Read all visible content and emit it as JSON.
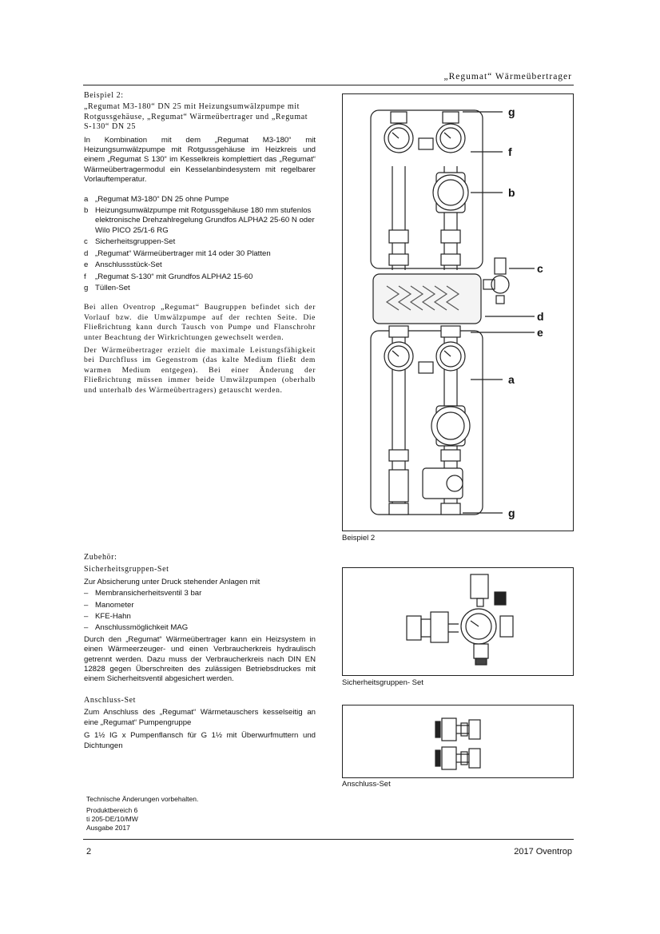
{
  "header": {
    "title": "„Regumat“ Wärmeübertrager"
  },
  "example": {
    "heading": "Beispiel 2:",
    "subtitle": "„Regumat M3-180“ DN 25 mit Heizungsumwälzpumpe mit Rotgussgehäuse, „Regumat“ Wärmeübertrager und „Regumat S-130“ DN 25",
    "intro": "In Kombination mit dem „Regumat M3-180“ mit Heizungsumwälzpumpe mit Rotgussgehäuse im Heizkreis und einem „Regumat S 130“ im Kesselkreis komplettiert das „Regumat“ Wärmeübertragermodul ein Kesselanbindesystem mit regelbarer Vorlauftemperatur.",
    "items": [
      {
        "key": "a",
        "text": "„Regumat M3-180“ DN 25 ohne Pumpe"
      },
      {
        "key": "b",
        "text": "Heizungsumwälzpumpe mit Rotgussgehäuse 180 mm stufenlos elektronische Drehzahlregelung Grundfos ALPHA2 25-60 N oder Wilo PICO 25/1-6 RG"
      },
      {
        "key": "c",
        "text": "Sicherheitsgruppen-Set"
      },
      {
        "key": "d",
        "text": "„Regumat“ Wärmeübertrager mit 14 oder 30 Platten"
      },
      {
        "key": "e",
        "text": "Anschlussstück-Set"
      },
      {
        "key": "f",
        "text": "„Regumat S-130“ mit Grundfos ALPHA2 15-60"
      },
      {
        "key": "g",
        "text": "Tüllen-Set"
      }
    ],
    "para1": "Bei allen Oventrop „Regumat“ Baugruppen befindet sich der Vorlauf bzw. die Umwälzpumpe auf der rechten Seite. Die Fließrichtung kann durch Tausch von Pumpe und Flanschrohr unter Beachtung der Wirkrichtungen gewechselt werden.",
    "para2": "Der Wärmeübertrager erzielt die maximale Leistungsfähigkeit bei Durchfluss im Gegenstrom (das kalte Medium fließt dem warmen Medium entgegen). Bei einer Änderung der Fließrichtung müssen immer beide Umwälzpumpen (oberhalb und unterhalb des Wärmeübertragers) getauscht werden."
  },
  "figure1": {
    "caption": "Beispiel 2",
    "labels": {
      "g_top": "g",
      "f": "f",
      "b": "b",
      "c": "c",
      "d": "d",
      "e": "e",
      "a": "a",
      "g_bottom": "g"
    }
  },
  "accessories": {
    "heading": "Zubehör:",
    "safety_heading": "Sicherheitsgruppen-Set",
    "safety_intro": "Zur Absicherung unter Druck stehender Anlagen mit",
    "safety_items": [
      "Membransicherheitsventil 3 bar",
      "Manometer",
      "KFE-Hahn",
      "Anschlussmöglichkeit MAG"
    ],
    "dash": "–",
    "safety_text": "Durch den „Regumat“ Wärmeübertrager kann ein Heizsystem in einen Wärmeerzeuger- und einen Verbraucherkreis hydraulisch getrennt werden. Dazu muss der Verbraucherkreis nach DIN EN 12828 gegen Überschreiten des zulässigen Betriebsdruckes mit einem Sicherheitsventil abgesichert werden.",
    "connection_heading": "Anschluss-Set",
    "connection_text1": "Zum Anschluss des „Regumat“ Wärmetauschers kesselseitig an eine „Regumat“ Pumpengruppe",
    "connection_text2": "G 1½ IG x Pumpenflansch für G 1½ mit Überwurfmuttern und Dichtungen"
  },
  "figure2": {
    "caption": "Sicherheitsgruppen- Set"
  },
  "figure3": {
    "caption": "Anschluss-Set"
  },
  "footer": {
    "note": "Technische Änderungen vorbehalten.",
    "line1": "Produktbereich 6",
    "line2": "ti 205-DE/10/MW",
    "line3": "Ausgabe 2017",
    "page": "2",
    "brand": "2017 Oventrop"
  }
}
